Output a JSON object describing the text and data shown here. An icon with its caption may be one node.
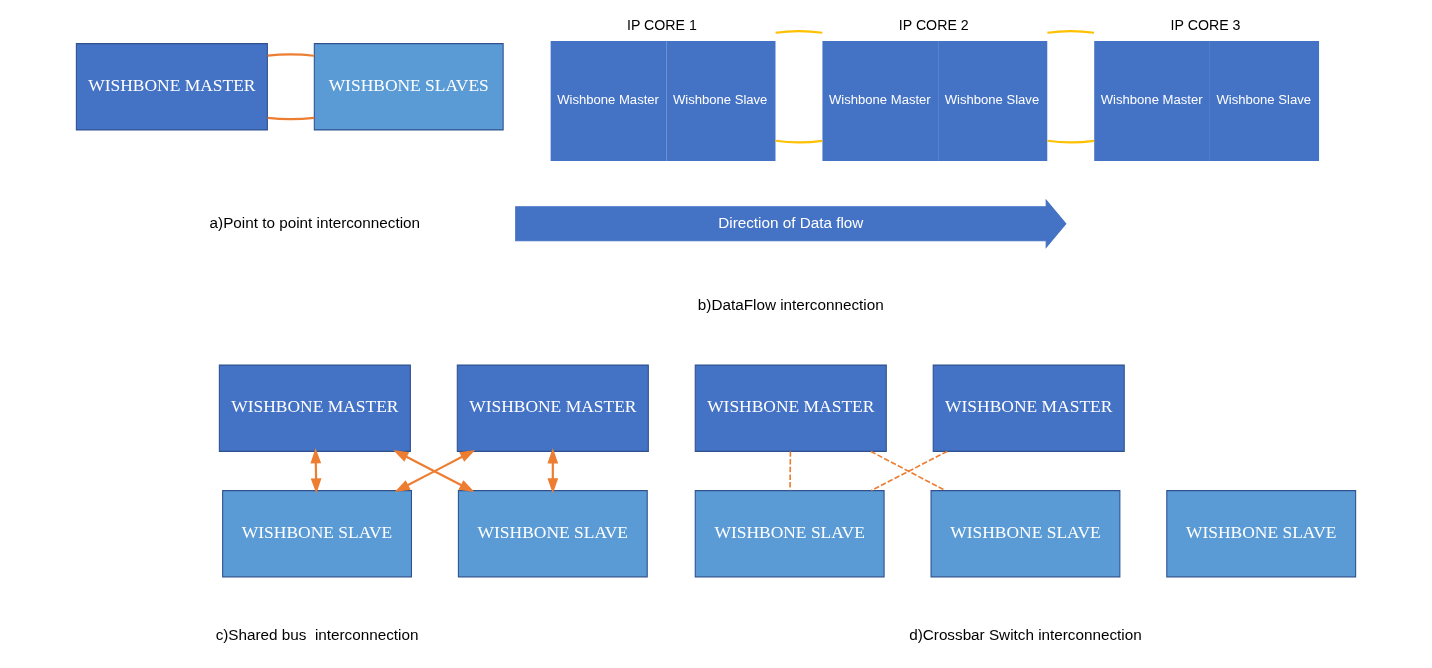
{
  "diagram": {
    "nodes": [
      {
        "text": [
          "WISHBONE MASTER"
        ]
      },
      {
        "text": [
          "WISHBONE SLAVES"
        ]
      },
      {
        "text": [
          "IP CORE 1",
          "Wishbone Master",
          "Wishbone Slave"
        ]
      },
      {
        "text": [
          "IP CORE 2",
          "Wishbone Master",
          "Wishbone Slave"
        ]
      },
      {
        "text": [
          "IP CORE 3",
          "Wishbone Master",
          "Wishbone Slave"
        ]
      },
      {
        "text": [
          "WISHBONE MASTER"
        ]
      },
      {
        "text": [
          "WISHBONE MASTER"
        ]
      },
      {
        "text": [
          "WISHBONE SLAVE"
        ]
      },
      {
        "text": [
          "WISHBONE SLAVE"
        ]
      },
      {
        "text": [
          "WISHBONE MASTER"
        ]
      },
      {
        "text": [
          "WISHBONE MASTER"
        ]
      },
      {
        "text": [
          "WISHBONE SLAVE"
        ]
      },
      {
        "text": [
          "WISHBONE SLAVE"
        ]
      },
      {
        "text": [
          "WISHBONE SLAVE"
        ]
      }
    ],
    "edges": [
      {
        "from": 0,
        "to": 1,
        "arrow": "none"
      },
      {
        "from": 0,
        "to": 1,
        "arrow": "none"
      },
      {
        "from": 2,
        "to": 3,
        "arrow": "none",
        "color": "#ffc000"
      },
      {
        "from": 2,
        "to": 3,
        "arrow": "none",
        "color": "#ffc000"
      },
      {
        "from": 3,
        "to": 4,
        "arrow": "none",
        "color": "#ffc000"
      },
      {
        "from": 3,
        "to": 4,
        "arrow": "none",
        "color": "#ffc000"
      },
      {
        "from": 5,
        "to": 7,
        "arrow": "both"
      },
      {
        "from": 5,
        "to": 8,
        "arrow": "both"
      },
      {
        "from": 6,
        "to": 7,
        "arrow": "both"
      },
      {
        "from": 6,
        "to": 8,
        "arrow": "both"
      },
      {
        "from": 9,
        "to": 11,
        "arrow": "none",
        "style": "dashed"
      },
      {
        "from": 9,
        "to": 12,
        "arrow": "none",
        "style": "dashed"
      },
      {
        "from": 10,
        "to": 11,
        "arrow": "none",
        "style": "dashed"
      }
    ],
    "labels": [
      "a)Point to point interconnection",
      "Direction of Data flow",
      "b)DataFlow interconnection",
      "c)Shared bus  interconnection",
      "d)Crossbar Switch interconnection"
    ]
  }
}
